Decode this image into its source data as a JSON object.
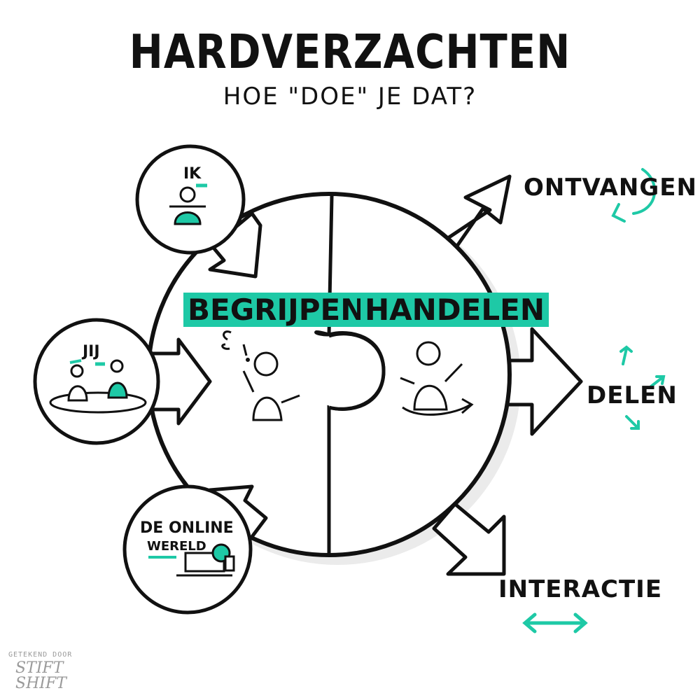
{
  "title": "HARDVERZACHTEN",
  "subtitle": "HOE \"DOE\" JE DAT?",
  "center": {
    "left_label": "BEGRIJPEN",
    "right_label": "HANDELEN"
  },
  "inputs": [
    {
      "label": "IK"
    },
    {
      "label": "JIJ"
    },
    {
      "label_line1": "DE ONLINE",
      "label_line2": "WERELD"
    }
  ],
  "outputs": [
    {
      "label": "ONTVANGEN"
    },
    {
      "label": "DELEN"
    },
    {
      "label": "INTERACTIE"
    }
  ],
  "credit": {
    "line1": "GETEKEND DOOR",
    "line2": "STIFT",
    "line3": "SHIFT"
  },
  "colors": {
    "accent": "#1ec9a6",
    "ink": "#111111",
    "shadow": "#e6e6e6"
  }
}
